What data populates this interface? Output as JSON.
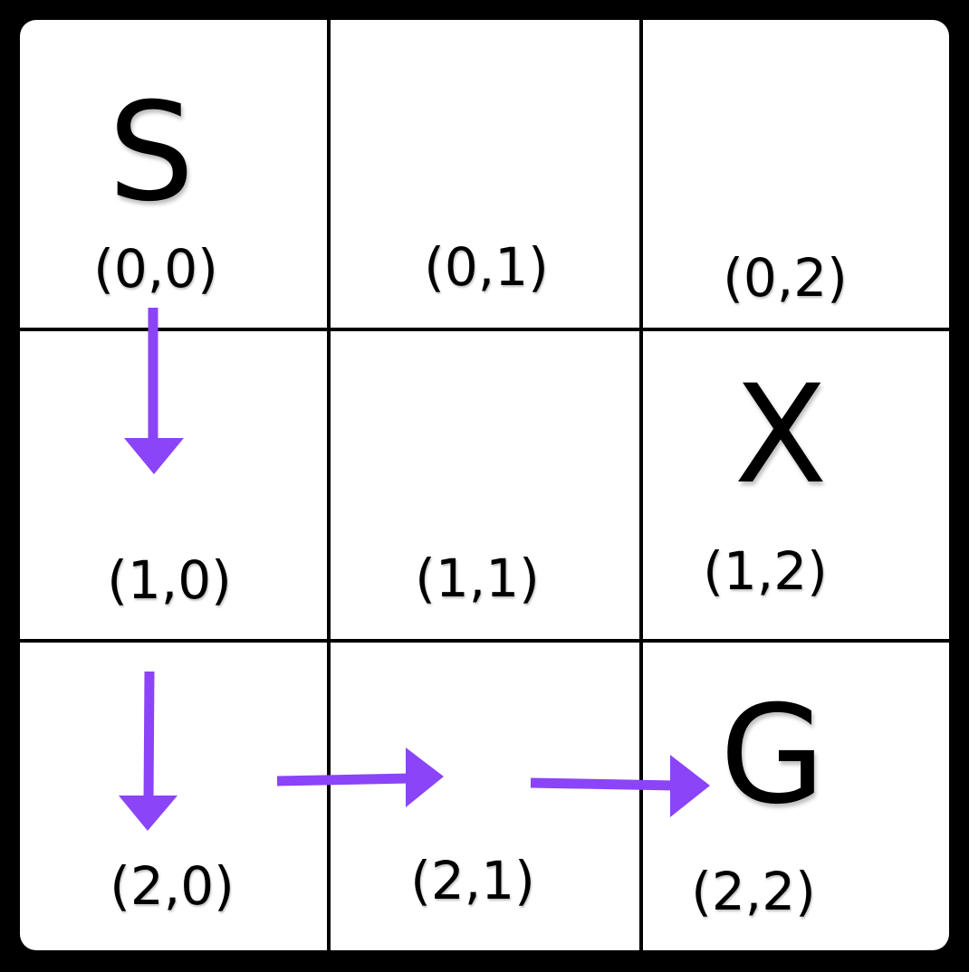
{
  "grid": {
    "rows": 3,
    "cols": 3,
    "cells": [
      {
        "id": "0-0",
        "coord": "(0,0)",
        "marker": "S"
      },
      {
        "id": "0-1",
        "coord": "(0,1)",
        "marker": ""
      },
      {
        "id": "0-2",
        "coord": "(0,2)",
        "marker": ""
      },
      {
        "id": "1-0",
        "coord": "(1,0)",
        "marker": ""
      },
      {
        "id": "1-1",
        "coord": "(1,1)",
        "marker": ""
      },
      {
        "id": "1-2",
        "coord": "(1,2)",
        "marker": "X"
      },
      {
        "id": "2-0",
        "coord": "(2,0)",
        "marker": ""
      },
      {
        "id": "2-1",
        "coord": "(2,1)",
        "marker": ""
      },
      {
        "id": "2-2",
        "coord": "(2,2)",
        "marker": "G"
      }
    ]
  },
  "path": {
    "color": "#8B44F7",
    "moves": [
      "down",
      "down",
      "right",
      "right"
    ]
  }
}
